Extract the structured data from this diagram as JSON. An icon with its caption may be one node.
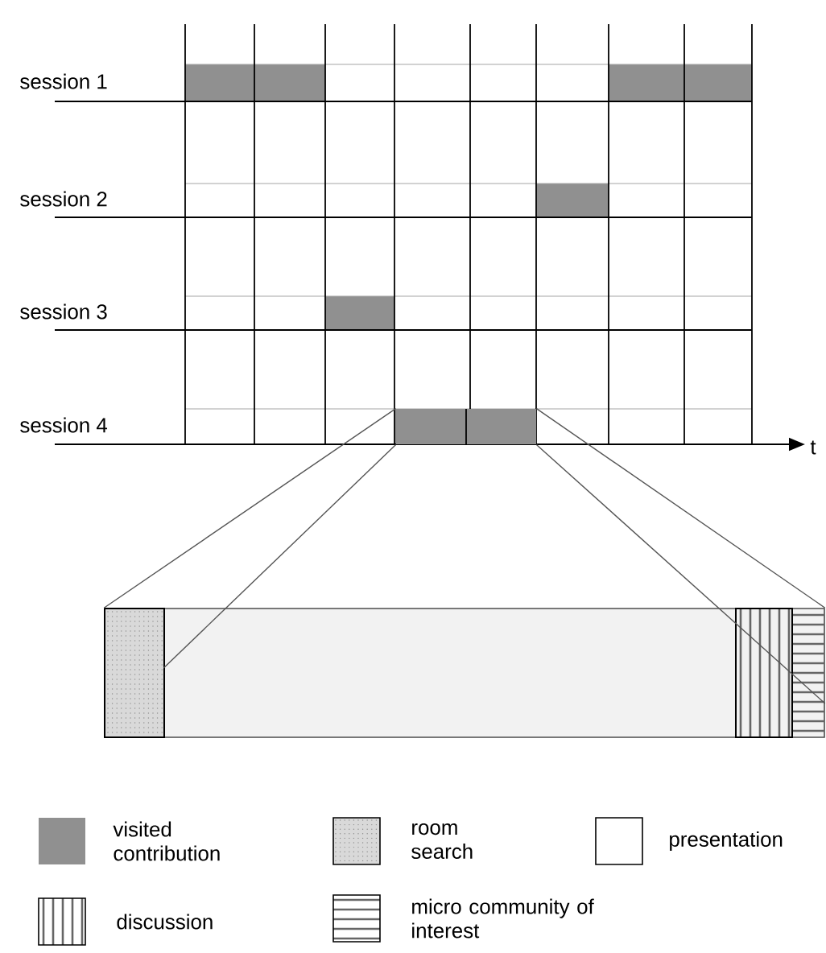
{
  "diagram": {
    "nodes": [
      {
        "text": [],
        "shape": "box"
      },
      {
        "text": [],
        "shape": "bar"
      }
    ],
    "edges": [
      {
        "from": 0,
        "to": 1,
        "arrow": "none"
      },
      {
        "from": 0,
        "to": 1,
        "arrow": "none"
      },
      {
        "from": 0,
        "to": 1,
        "arrow": "none"
      },
      {
        "from": 0,
        "to": 1,
        "arrow": "none"
      }
    ],
    "labels": [
      "session 1",
      "session 2",
      "session 3",
      "session 4",
      "t"
    ],
    "legend": [
      {
        "text": "visited contribution",
        "color": "#909090"
      },
      {
        "text": "room search"
      },
      {
        "text": "presentation"
      },
      {
        "text": "discussion"
      },
      {
        "text": "micro community of interest"
      }
    ]
  }
}
